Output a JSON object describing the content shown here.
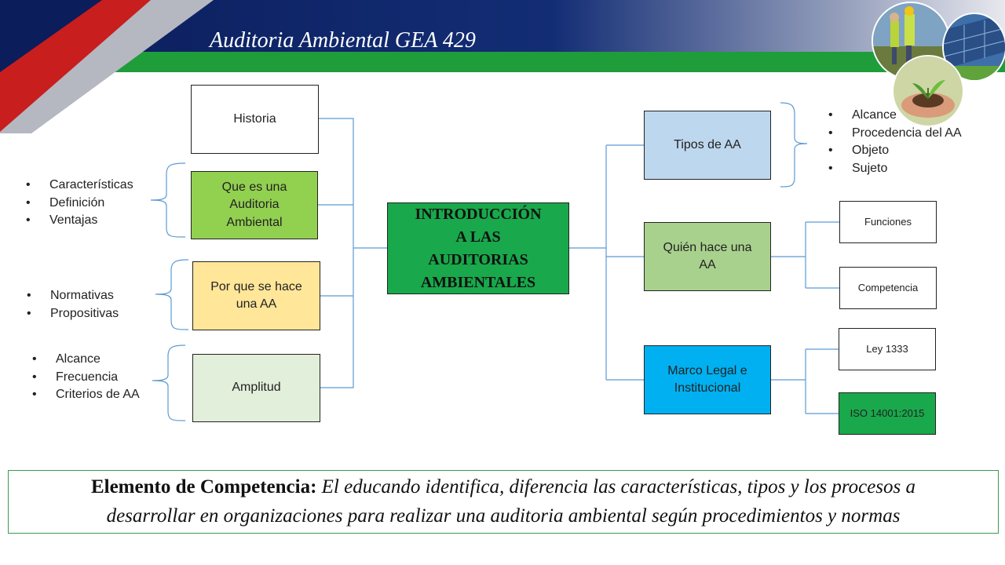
{
  "slide": {
    "title": "Auditoria Ambiental GEA 429"
  },
  "colors": {
    "header_navy": "#0d2466",
    "header_green": "#1f9d3a",
    "header_red": "#c81e1e",
    "center_fill": "#19a84b",
    "connector": "#5b9bd5"
  },
  "center": {
    "line1": "INTRODUCCIÓN",
    "line2": "A LAS",
    "line3": "AUDITORIAS",
    "line4": "AMBIENTALES"
  },
  "left_nodes": {
    "historia": {
      "label": "Historia",
      "color": "#ffffff"
    },
    "que_es": {
      "label": "Que es una Auditoria Ambiental",
      "color": "#92d050"
    },
    "por_que": {
      "label": "Por que se hace una AA",
      "color": "#ffe699"
    },
    "amplitud": {
      "label": "Amplitud",
      "color": "#e2efda"
    }
  },
  "left_bullets": {
    "que_es": [
      "Características",
      "Definición",
      "Ventajas"
    ],
    "por_que": [
      "Normativas",
      "Propositivas"
    ],
    "amplitud": [
      "Alcance",
      "Frecuencia",
      "Criterios de AA"
    ]
  },
  "right_nodes": {
    "tipos": {
      "label": "Tipos de AA",
      "color": "#bdd7ee"
    },
    "quien": {
      "label": "Quién hace una AA",
      "color": "#a9d18e"
    },
    "marco": {
      "label": "Marco Legal e Institucional",
      "color": "#00b0f0"
    }
  },
  "right_bullets": {
    "tipos": [
      "Alcance",
      "Procedencia del AA",
      "Objeto",
      "Sujeto"
    ]
  },
  "right_leaves": {
    "funciones": {
      "label": "Funciones",
      "color": "#ffffff"
    },
    "competencia": {
      "label": "Competencia",
      "color": "#ffffff"
    },
    "ley": {
      "label": "Ley 1333",
      "color": "#ffffff"
    },
    "iso": {
      "label": "ISO 14001:2015",
      "color": "#19a84b"
    }
  },
  "competency": {
    "label": "Elemento de Competencia:",
    "text_line1": "El educando identifica, diferencia las características, tipos y los procesos a",
    "text_line2": "desarrollar en organizaciones para realizar una auditoria ambiental según procedimientos y normas"
  },
  "photos": {
    "workers_icon": "workers-photo-icon",
    "solar_icon": "solar-panel-photo-icon",
    "hands_icon": "hands-plant-photo-icon"
  }
}
